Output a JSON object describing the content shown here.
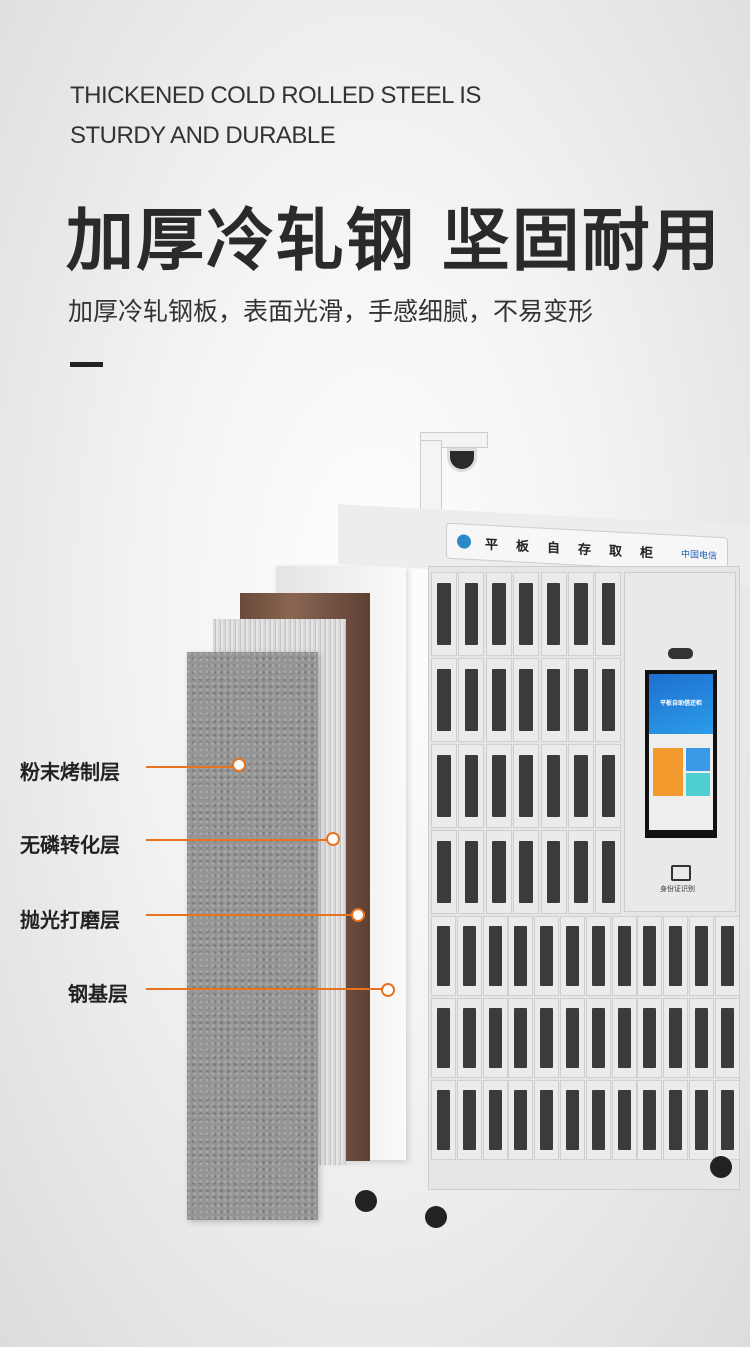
{
  "header": {
    "en_line1": "THICKENED COLD ROLLED STEEL IS",
    "en_line2": "STURDY AND DURABLE",
    "title": "加厚冷轧钢 坚固耐用",
    "subtitle": "加厚冷轧钢板，表面光滑，手感细腻，不易变形"
  },
  "layers": [
    {
      "label": "粉末烤制层"
    },
    {
      "label": "无磷转化层"
    },
    {
      "label": "抛光打磨层"
    },
    {
      "label": "钢基层"
    }
  ],
  "cabinet": {
    "name": "平板自存取柜",
    "brand": "中国电信",
    "screen_title": "平板自助借还柜",
    "id_reader": "身份证识别"
  },
  "colors": {
    "accent": "#e8731f"
  }
}
